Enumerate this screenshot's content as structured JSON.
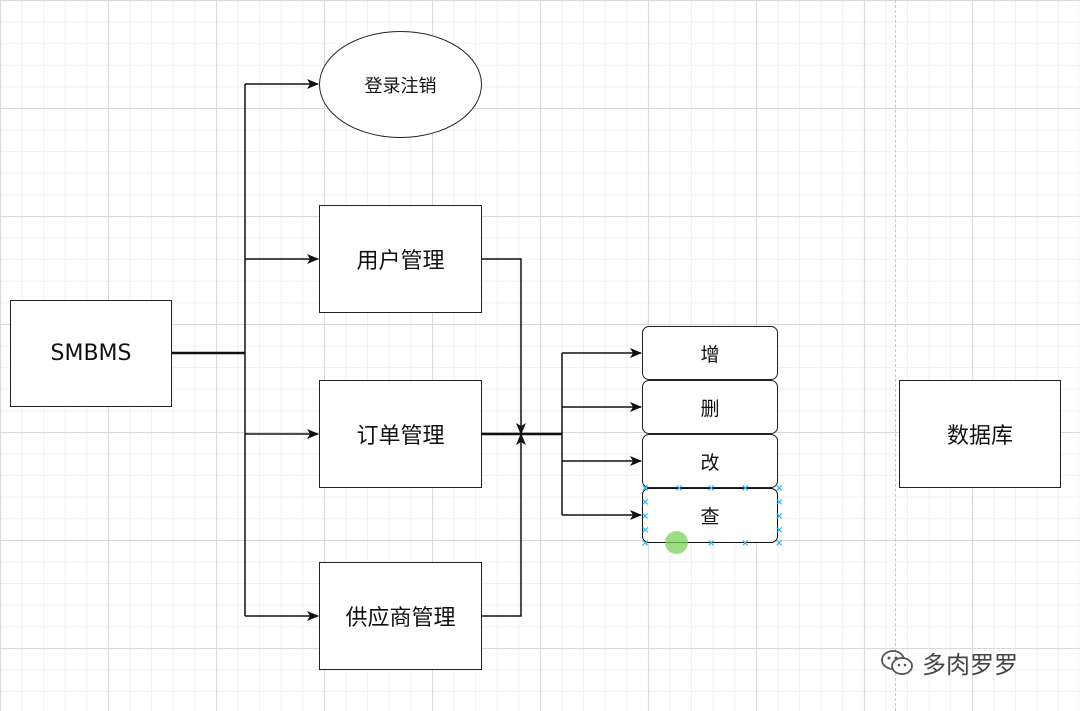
{
  "diagram": {
    "nodes": {
      "smbms": "SMBMS",
      "login": "登录注销",
      "user": "用户管理",
      "order": "订单管理",
      "supplier": "供应商管理",
      "add": "增",
      "delete": "删",
      "update": "改",
      "query": "查",
      "database": "数据库"
    },
    "edges": [
      {
        "from": "SMBMS",
        "to": "登录注销"
      },
      {
        "from": "SMBMS",
        "to": "用户管理"
      },
      {
        "from": "SMBMS",
        "to": "订单管理"
      },
      {
        "from": "SMBMS",
        "to": "供应商管理"
      },
      {
        "from": "用户管理",
        "to": "junction"
      },
      {
        "from": "订单管理",
        "to": "junction"
      },
      {
        "from": "供应商管理",
        "to": "junction"
      },
      {
        "from": "junction",
        "to": "增"
      },
      {
        "from": "junction",
        "to": "删"
      },
      {
        "from": "junction",
        "to": "改"
      },
      {
        "from": "junction",
        "to": "查"
      }
    ]
  },
  "watermark": {
    "text": "多肉罗罗",
    "icon": "wechat-icon"
  },
  "colors": {
    "line": "#111111",
    "grid": "#d9d9d9",
    "selection": "#29b6f6",
    "hover": "#78d25a"
  }
}
